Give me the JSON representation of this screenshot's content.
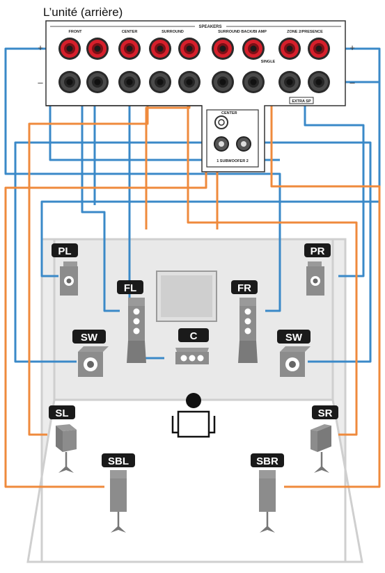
{
  "title": "L’unité (arrière)",
  "panel": {
    "speakers_label": "SPEAKERS",
    "front_label": "FRONT",
    "center_label": "CENTER",
    "surround_label": "SURROUND",
    "surround_back_label": "SURROUND BACK/BI AMP",
    "zone2_label": "ZONE 2/PRESENCE",
    "single_label": "SINGLE",
    "extra_sp_label": "EXTRA SP",
    "sub_center_label": "CENTER",
    "subwoofer_label": "1 SUBWOOFER 2",
    "polarity_plus": "+",
    "polarity_minus": "–"
  },
  "speakers": {
    "pl": "PL",
    "pr": "PR",
    "fl": "FL",
    "fr": "FR",
    "c": "C",
    "sw_left": "SW",
    "sw_right": "SW",
    "sl": "SL",
    "sr": "SR",
    "sbl": "SBL",
    "sbr": "SBR"
  },
  "colors": {
    "blue_cable": "#3a89c8",
    "orange_cable": "#ef8a3c",
    "label_bg": "#1a1a1a",
    "terminal_red": "#d61f2b",
    "room_border": "#cfcfcf"
  }
}
